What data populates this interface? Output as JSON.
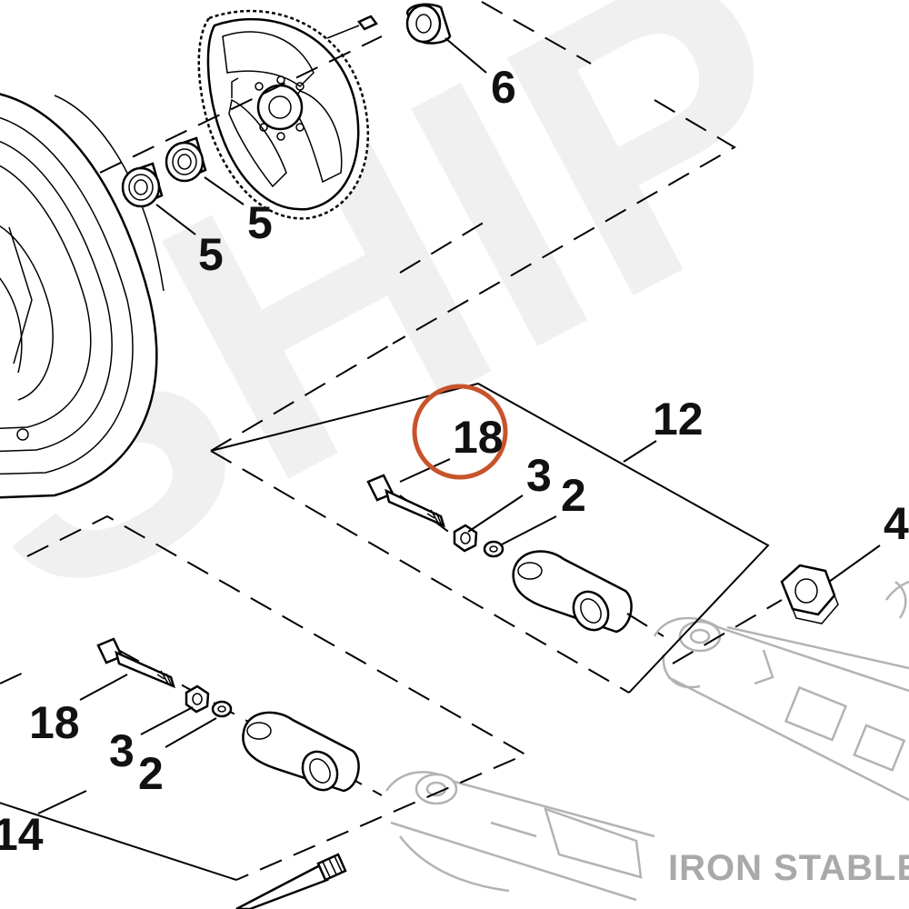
{
  "diagram": {
    "callouts": [
      {
        "id": "c6",
        "text": "6"
      },
      {
        "id": "c5a",
        "text": "5"
      },
      {
        "id": "c5b",
        "text": "5"
      },
      {
        "id": "c18a",
        "text": "18"
      },
      {
        "id": "c12",
        "text": "12"
      },
      {
        "id": "c3a",
        "text": "3"
      },
      {
        "id": "c2a",
        "text": "2"
      },
      {
        "id": "c4",
        "text": "4"
      },
      {
        "id": "c18b",
        "text": "18"
      },
      {
        "id": "c3b",
        "text": "3"
      },
      {
        "id": "c2b",
        "text": "2"
      },
      {
        "id": "c14",
        "text": "14"
      }
    ],
    "highlight": {
      "target": "18",
      "color": "#c8532b"
    },
    "brand": "IRON STABLE"
  }
}
